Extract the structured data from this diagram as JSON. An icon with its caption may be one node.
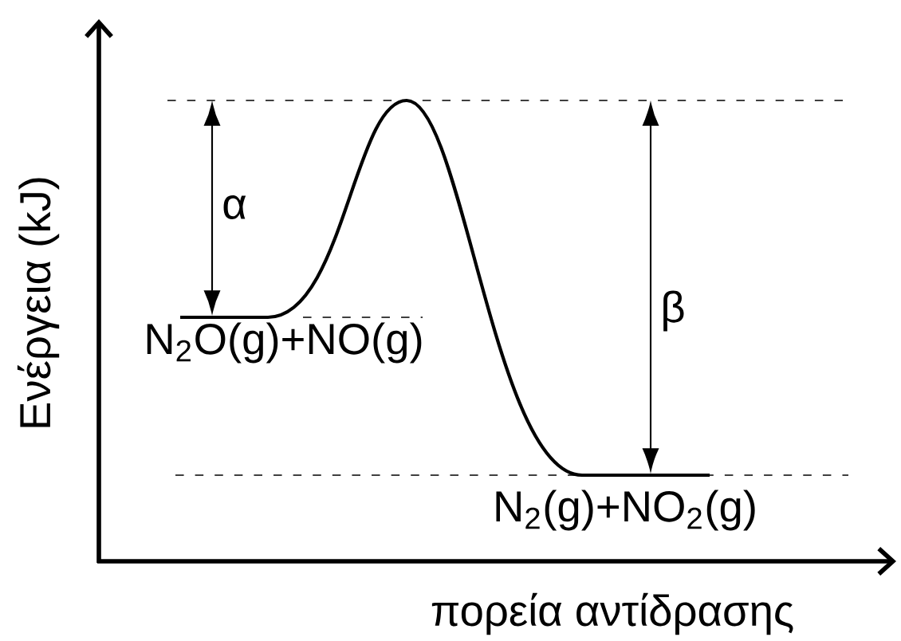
{
  "diagram": {
    "labels": [
      "Ενέργεια (kJ)",
      "α",
      "β",
      "N$_{2}$O(g)+NO(g)",
      "N$_{2}$(g)+NO$_{2}$(g)",
      "πορεία αντίδρασης"
    ]
  }
}
